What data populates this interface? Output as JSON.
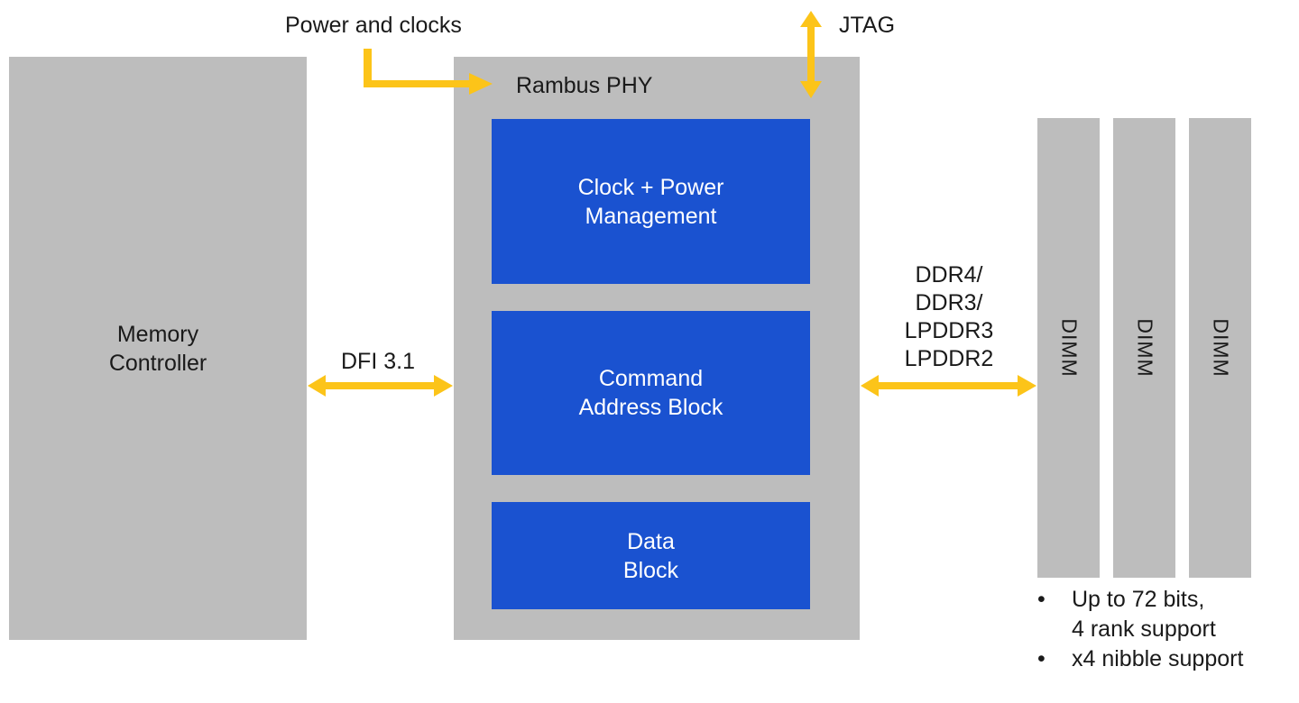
{
  "diagram": {
    "colors": {
      "block_gray": "#bdbdbd",
      "block_blue": "#1a52d0",
      "arrow_yellow": "#fcc419",
      "text_dark": "#1a1a1a",
      "text_light": "#ffffff"
    },
    "memory_controller": {
      "label_line1": "Memory",
      "label_line2": "Controller"
    },
    "phy": {
      "title": "Rambus PHY",
      "blocks": [
        {
          "line1": "Clock + Power",
          "line2": "Management"
        },
        {
          "line1": "Command",
          "line2": "Address Block"
        },
        {
          "line1": "Data",
          "line2": "Block"
        }
      ]
    },
    "inputs": {
      "power_clocks": "Power and clocks",
      "jtag": "JTAG"
    },
    "links": {
      "dfi": "DFI 3.1",
      "memory_types": [
        "DDR4/",
        "DDR3/",
        "LPDDR3",
        "LPDDR2"
      ]
    },
    "dimms": [
      "DIMM",
      "DIMM",
      "DIMM"
    ],
    "features": [
      {
        "bullet": "•",
        "line1": "Up to 72 bits,",
        "line2": "4 rank support"
      },
      {
        "bullet": "•",
        "line1": "x4 nibble support"
      }
    ]
  }
}
